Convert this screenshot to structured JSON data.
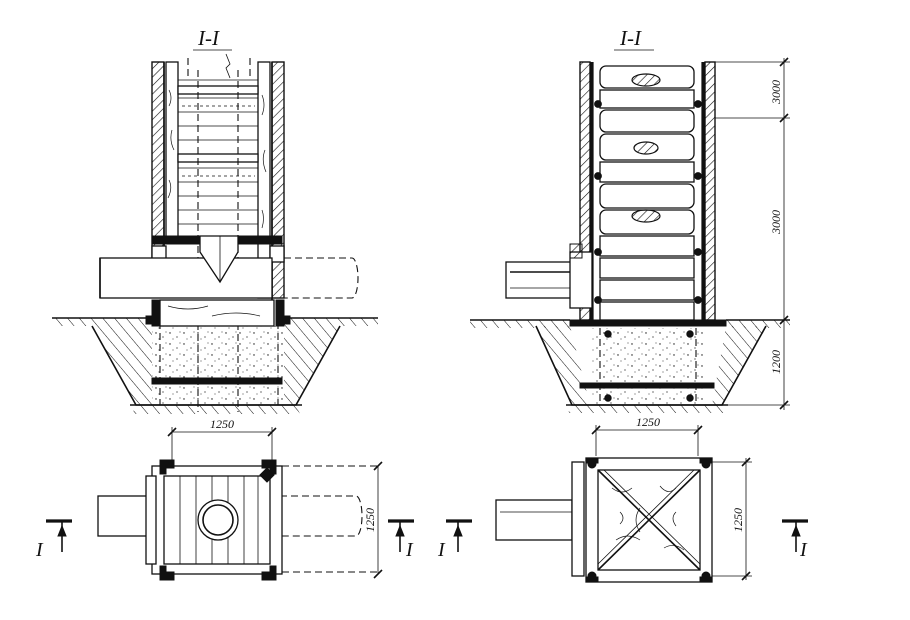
{
  "sections": {
    "left_title": "I-I",
    "right_title": "I-I"
  },
  "dimensions": {
    "left_plan_width": "1250",
    "left_plan_height": "1250",
    "right_plan_width": "1250",
    "right_plan_height": "1250",
    "right_elev_top": "3000",
    "right_elev_mid": "3000",
    "right_elev_bottom": "1200"
  },
  "cut_marks": {
    "left_plan_left": "I",
    "left_plan_right": "I",
    "right_plan_left": "I",
    "right_plan_right": "I"
  }
}
